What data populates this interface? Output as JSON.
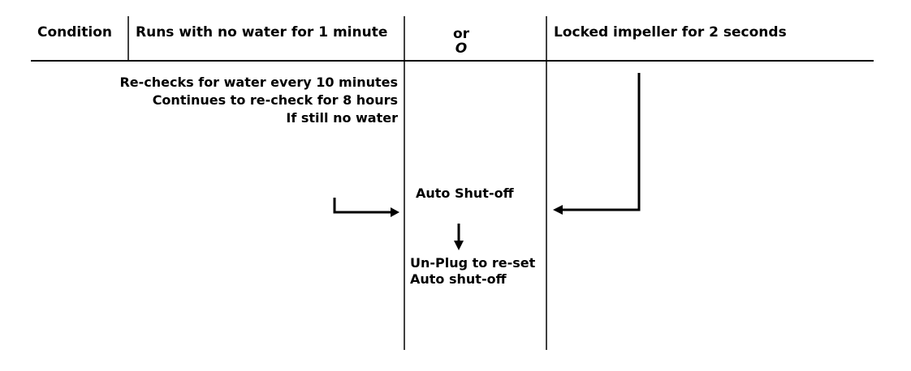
{
  "header": {
    "condition": "Condition",
    "col1": "Runs with no water for 1 minute",
    "or_line1": "or",
    "or_line2": "O",
    "col3": "Locked impeller for 2 seconds"
  },
  "left_notes": [
    "Re-checks for water  every 10 minutes",
    "Continues to re-check for 8 hours",
    "If still no water"
  ],
  "center": {
    "auto_shutoff": "Auto Shut-off",
    "reset_line1": "Un-Plug to re-set",
    "reset_line2": "Auto shut-off"
  },
  "colors": {
    "ink": "#000000",
    "background": "#ffffff"
  }
}
